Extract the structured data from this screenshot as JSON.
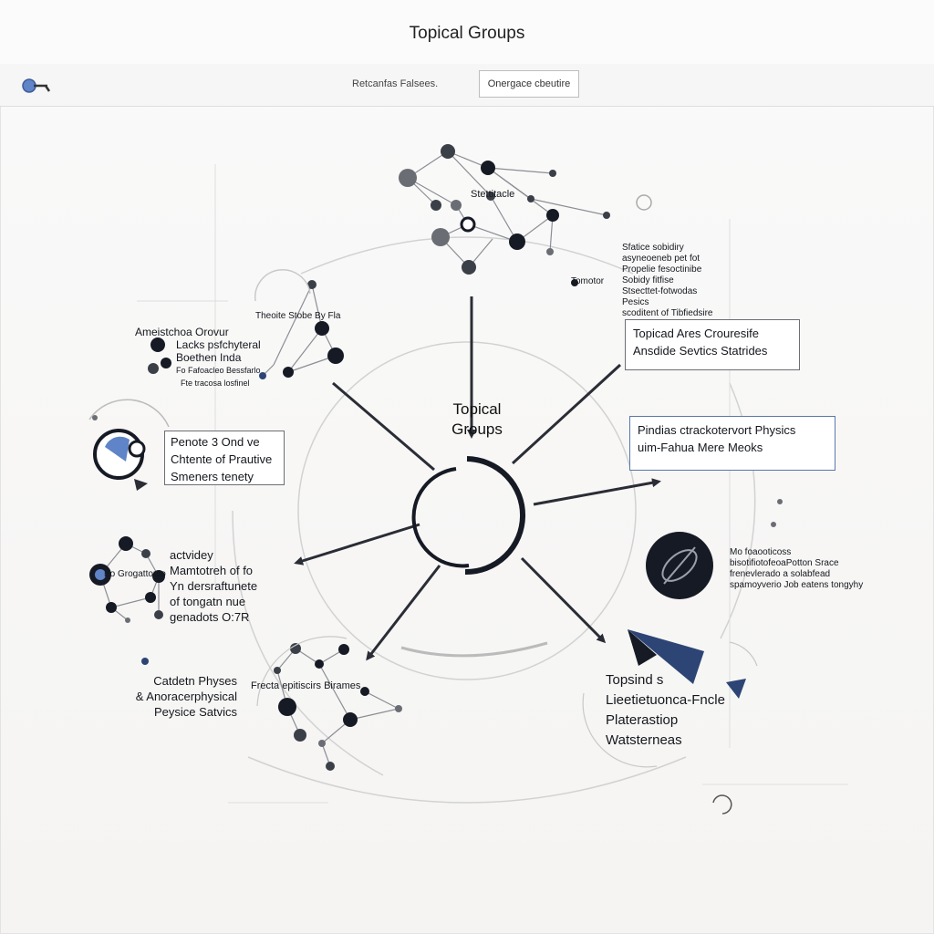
{
  "window": {
    "title": "Topical Groups"
  },
  "toolbar": {
    "link_label": "Retcanfas Falsees.",
    "button_label": "Onergace cbeutire"
  },
  "center": {
    "label": "Topical Groups"
  },
  "nodes": {
    "top": {
      "label": "Stettitacle"
    },
    "top_right_note": {
      "lines": [
        "Sfatice sobidiry",
        "asyneoeneb pet fot",
        "Propelie fesoctinibe",
        "Sobidy fitfise",
        "Stsecttet-fotwodas Pesics",
        "scoditent of Tibfiedsire"
      ],
      "tag": "Tomotor"
    },
    "upper_left": {
      "lines": [
        "Ameistchoa Orovur",
        "Lacks psfchyteral",
        "Boethen Inda",
        "Fo Fafoacleo Bessfarlo",
        "Fte tracosa losfinel"
      ],
      "small": "Theoite Stobe By Fla"
    },
    "box_topical_areas": {
      "lines": [
        "Topicad Ares Crouresife",
        "Ansdide Sevtics Statrides"
      ]
    },
    "box_physics": {
      "lines": [
        "Pindias ctrackotervort Physics",
        "uim-Fahua Mere Meoks"
      ]
    },
    "box_left": {
      "lines": [
        "Penote 3 Ond ve",
        "Chtente of Prautive",
        "Smeners tenety"
      ]
    },
    "left_middle": {
      "lines": [
        "actvidey",
        "Mamtotreh of fo",
        "Yn dersraftunete",
        "of tongatn nue",
        "genadots O:7R"
      ],
      "small": "Bo Grogattouto"
    },
    "right_middle": {
      "lines": [
        "Mo foaooticoss",
        "bisotifiotofeoaPotton Srace",
        "frenevlerado a solabfead",
        "spamoyverio Job eatens tongyhy"
      ]
    },
    "bottom_left": {
      "lines": [
        "Catdetn Physes",
        "& Anoracerphysical",
        "Peysice Satvics"
      ]
    },
    "bottom_center": {
      "label": "Frecta epitiscirs Birames"
    },
    "bottom_right": {
      "lines": [
        "Topsind s",
        "Lieetietuonca-Fncle",
        "Platerastiop",
        "Watsterneas"
      ]
    }
  },
  "colors": {
    "node_dark": "#161a24",
    "node_mid": "#3b3f48",
    "node_grey": "#6a6d73",
    "accent_blue": "#2d4575",
    "line": "#2a2d35",
    "faint": "#c9c9c9"
  }
}
